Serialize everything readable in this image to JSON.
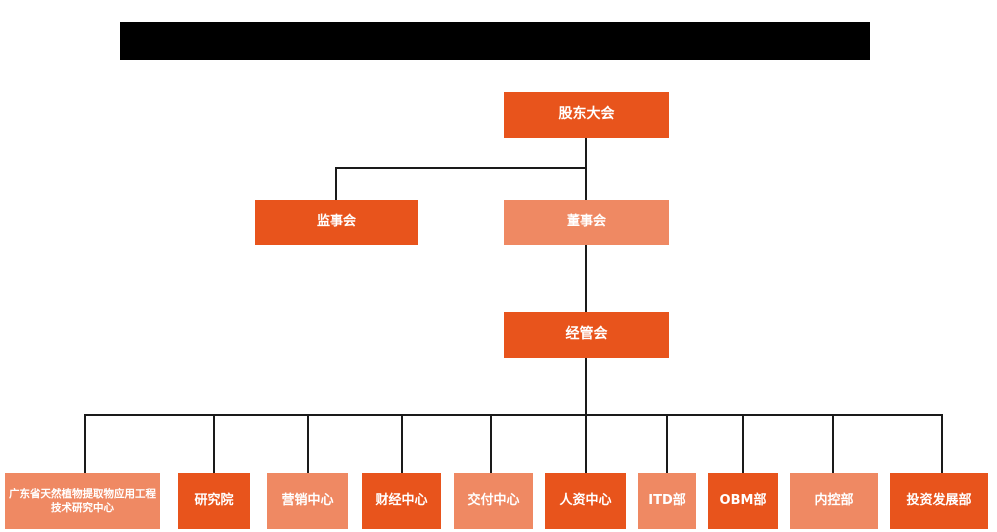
{
  "diagram": {
    "title_banner": {
      "label": "redacted-title-bar",
      "text": ""
    },
    "colors": {
      "dark_orange": "#E8541C",
      "light_orange": "#EF8963",
      "connector": "#1a1a1a",
      "background": "#FFFFFF",
      "banner": "#000000",
      "node_text": "#FFFFFF"
    },
    "levels": {
      "level1": [
        {
          "id": "shareholders-meeting",
          "label": "股东大会",
          "color": "dark"
        }
      ],
      "level2": [
        {
          "id": "supervisory-board",
          "label": "监事会",
          "color": "dark"
        },
        {
          "id": "board-of-directors",
          "label": "董事会",
          "color": "light"
        }
      ],
      "level3": [
        {
          "id": "management-committee",
          "label": "经管会",
          "color": "dark"
        }
      ]
    },
    "departments": [
      {
        "id": "gd-plant-extract-center",
        "label": "广东省天然植物提取物应用工程技术研究中心",
        "color": "light"
      },
      {
        "id": "research-institute",
        "label": "研究院",
        "color": "dark"
      },
      {
        "id": "marketing-center",
        "label": "营销中心",
        "color": "light"
      },
      {
        "id": "finance-center",
        "label": "财经中心",
        "color": "dark"
      },
      {
        "id": "delivery-center",
        "label": "交付中心",
        "color": "light"
      },
      {
        "id": "hr-center",
        "label": "人资中心",
        "color": "dark"
      },
      {
        "id": "itd-department",
        "label": "ITD部",
        "color": "light"
      },
      {
        "id": "obm-department",
        "label": "OBM部",
        "color": "dark"
      },
      {
        "id": "internal-control-dept",
        "label": "内控部",
        "color": "light"
      },
      {
        "id": "investment-dev-dept",
        "label": "投资发展部",
        "color": "dark"
      }
    ]
  }
}
